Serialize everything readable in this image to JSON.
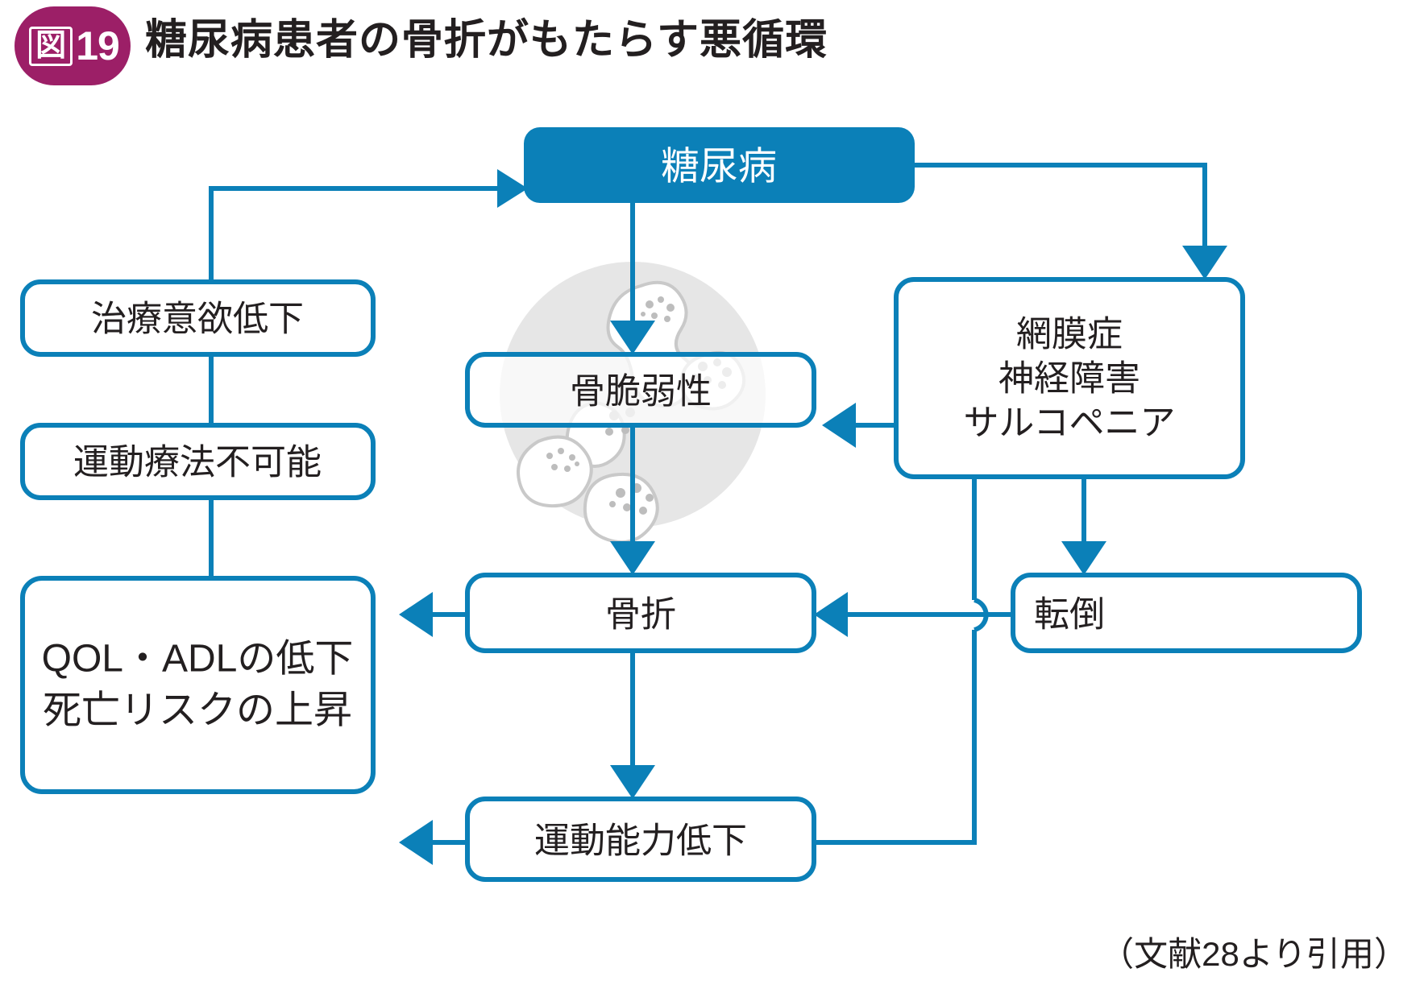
{
  "figure": {
    "badge_mark": "図",
    "badge_number": "19",
    "title": "糖尿病患者の骨折がもたらす悪循環",
    "source_note": "（文献28より引用）",
    "badge_color": "#9c1f67",
    "accent_color": "#0b80b8",
    "text_color": "#231f20"
  },
  "nodes": {
    "diabetes": "糖尿病",
    "bone_fragility": "骨脆弱性",
    "fracture": "骨折",
    "motor_decline": "運動能力低下",
    "treatment_motivation": "治療意欲低下",
    "exercise_impossible": "運動療法不可能",
    "qol_line1": "QOL・ADLの低下",
    "qol_line2": "死亡リスクの上昇",
    "complications_line1": "網膜症",
    "complications_line2": "神経障害",
    "complications_line3": "サルコペニア",
    "falls": "転倒"
  },
  "edges": [
    {
      "from": "diabetes",
      "to": "bone_fragility"
    },
    {
      "from": "diabetes",
      "to": "complications"
    },
    {
      "from": "bone_fragility",
      "to": "fracture"
    },
    {
      "from": "fracture",
      "to": "qol"
    },
    {
      "from": "fracture",
      "to": "motor_decline"
    },
    {
      "from": "motor_decline",
      "to": "qol"
    },
    {
      "from": "motor_decline",
      "to": "bone_fragility"
    },
    {
      "from": "complications",
      "to": "falls"
    },
    {
      "from": "falls",
      "to": "fracture"
    },
    {
      "from": "treatment_motivation",
      "to": "diabetes"
    },
    {
      "from": "exercise_impossible",
      "to": "diabetes"
    },
    {
      "from": "qol",
      "to": "diabetes"
    }
  ]
}
